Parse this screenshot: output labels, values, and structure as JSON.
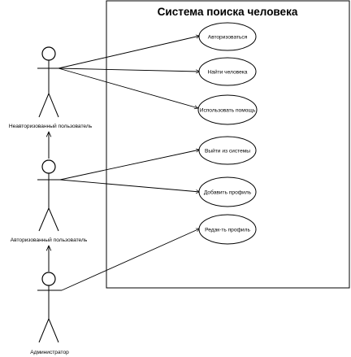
{
  "diagram": {
    "system_title": "Система поиска человека",
    "actors": [
      {
        "id": "guest",
        "label": "Неавторизованный пользователь"
      },
      {
        "id": "user",
        "label": "Авторизованный пользователь"
      },
      {
        "id": "admin",
        "label": "Администратор"
      }
    ],
    "use_cases": [
      {
        "id": "login",
        "label": "Авторизоваться"
      },
      {
        "id": "find",
        "label": "Найти человека"
      },
      {
        "id": "help",
        "label": "Использовать помощь"
      },
      {
        "id": "logout",
        "label": "Выйти из системы"
      },
      {
        "id": "add",
        "label": "Добавить профиль"
      },
      {
        "id": "edit",
        "label": "Редак-ть профиль"
      }
    ]
  }
}
